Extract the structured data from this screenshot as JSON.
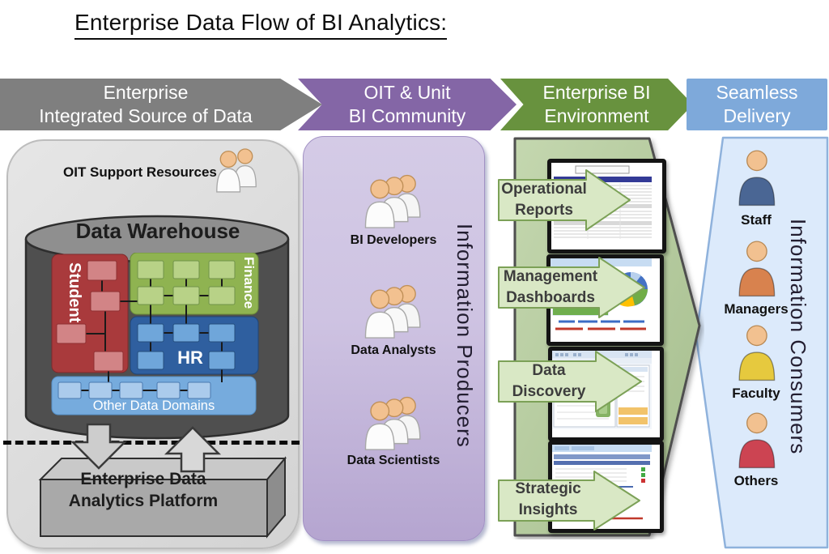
{
  "title": "Enterprise Data Flow of BI Analytics:",
  "headers": [
    {
      "label": "Enterprise\nIntegrated Source of Data",
      "color": "#7f7f7f"
    },
    {
      "label": "OIT & Unit\nBI Community",
      "color": "#8466a6"
    },
    {
      "label": "Enterprise BI\nEnvironment",
      "color": "#68923e"
    },
    {
      "label": "Seamless\nDelivery",
      "color": "#7ea9da"
    }
  ],
  "source_panel": {
    "support_label": "OIT Support Resources",
    "support_icon": "people-pair-icon",
    "warehouse_title": "Data Warehouse",
    "domains": {
      "student": {
        "label": "Student",
        "color": "#a93a3c"
      },
      "finance": {
        "label": "Finance",
        "color": "#8fb351"
      },
      "hr": {
        "label": "HR",
        "color": "#2f5f9f"
      },
      "other": {
        "label": "Other Data Domains",
        "color": "#76abdd"
      }
    },
    "flow_icons": [
      "down-block-arrow-icon",
      "up-block-arrow-icon"
    ],
    "platform_label": "Enterprise Data\nAnalytics Platform"
  },
  "producers_panel": {
    "vertical_label": "Information Producers",
    "groups": [
      {
        "label": "BI Developers",
        "icon": "people-group-icon"
      },
      {
        "label": "Data Analysts",
        "icon": "people-group-icon"
      },
      {
        "label": "Data Scientists",
        "icon": "people-group-icon"
      }
    ]
  },
  "bi_panel": {
    "arrows": [
      {
        "label": "Operational\nReports"
      },
      {
        "label": "Management\nDashboards"
      },
      {
        "label": "Data\nDiscovery"
      },
      {
        "label": "Strategic\nInsights"
      }
    ],
    "screens": [
      "spreadsheet-report-screenshot",
      "dashboard-charts-screenshot",
      "bi-tool-screenshot",
      "scorecard-pie-screenshot"
    ],
    "arrow_fill": "#d9e8c5",
    "panel_fill": "#b5cc9e"
  },
  "consumers_panel": {
    "vertical_label": "Information Consumers",
    "consumers": [
      {
        "label": "Staff",
        "color": "#4a6694",
        "icon": "person-icon"
      },
      {
        "label": "Managers",
        "color": "#d8824e",
        "icon": "person-icon"
      },
      {
        "label": "Faculty",
        "color": "#e6c93e",
        "icon": "person-icon"
      },
      {
        "label": "Others",
        "color": "#cc4452",
        "icon": "person-icon"
      }
    ]
  }
}
